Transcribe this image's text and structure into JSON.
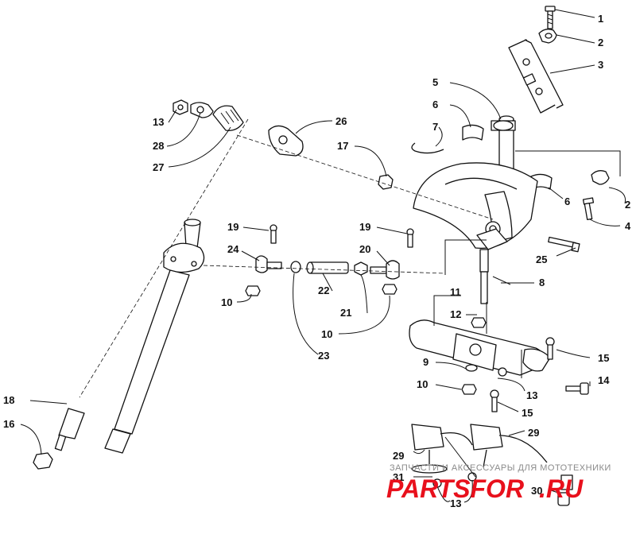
{
  "callouts": {
    "c1": "1",
    "c2a": "2",
    "c2b": "2",
    "c3": "3",
    "c4": "4",
    "c5": "5",
    "c6a": "6",
    "c6b": "6",
    "c7": "7",
    "c8": "8",
    "c9": "9",
    "c10a": "10",
    "c10b": "10",
    "c10c": "10",
    "c11": "11",
    "c12": "12",
    "c13a": "13",
    "c13b": "13",
    "c13c": "13",
    "c14": "14",
    "c15a": "15",
    "c15b": "15",
    "c16": "16",
    "c17": "17",
    "c18": "18",
    "c19a": "19",
    "c19b": "19",
    "c20": "20",
    "c21": "21",
    "c22": "22",
    "c23": "23",
    "c24": "24",
    "c25": "25",
    "c26": "26",
    "c27": "27",
    "c28": "28",
    "c29a": "29",
    "c29b": "29",
    "c30": "30",
    "c31": "31"
  },
  "watermark": {
    "tagline": "ЗАПЧАСТИ И АКСЕССУАРЫ ДЛЯ МОТОТЕХНИКИ",
    "logo_main": "PARTSFOR",
    "logo_tld": ".RU",
    "colors": {
      "logo_red": "#e8101c",
      "tagline_gray": "#8a8a8a"
    }
  }
}
